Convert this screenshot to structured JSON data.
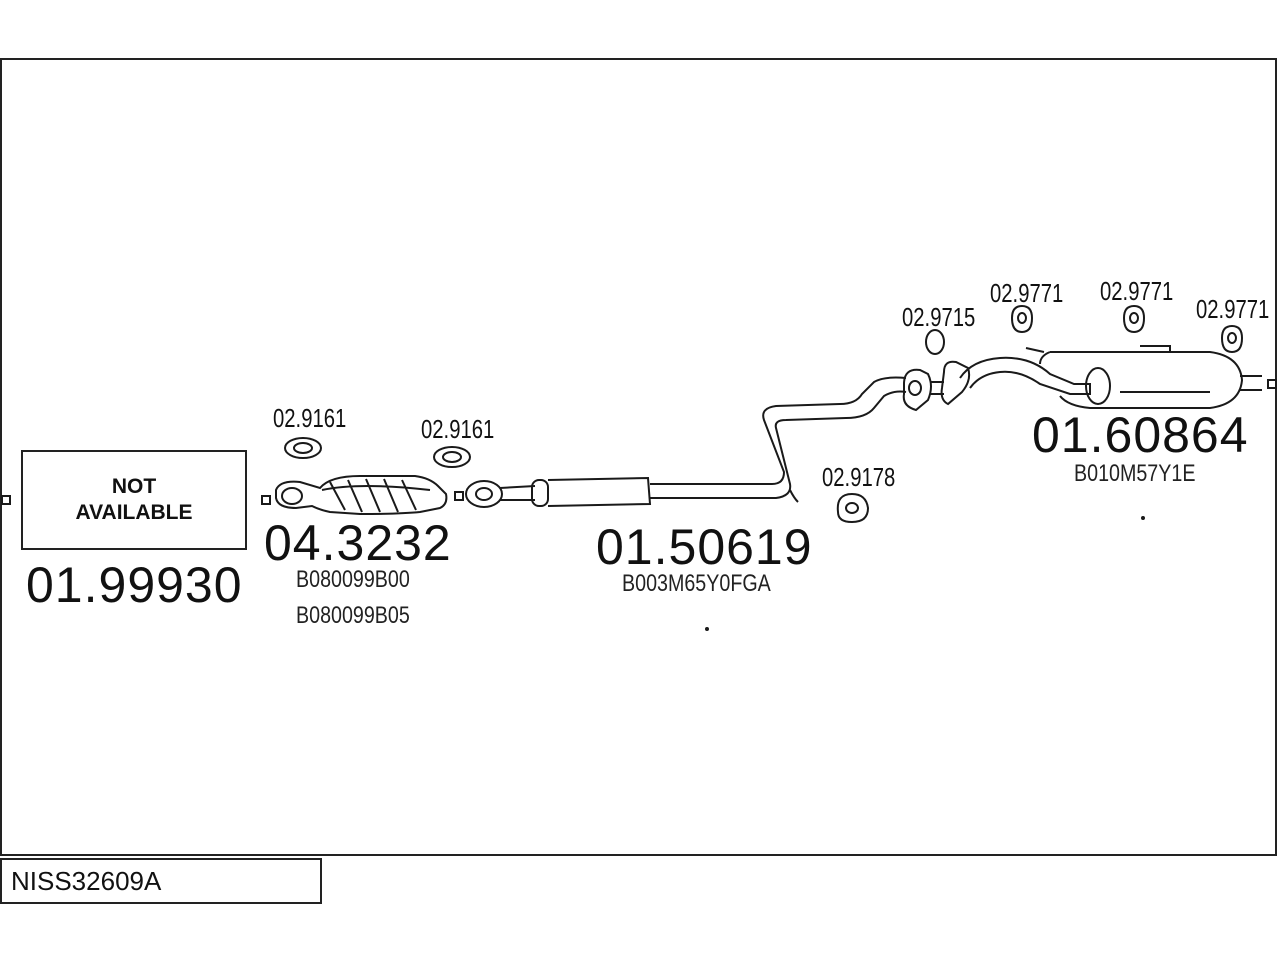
{
  "diagram": {
    "code": "NISS32609A",
    "not_available": "NOT AVAILABLE",
    "parts": {
      "front_pipe": {
        "number": "01.99930"
      },
      "catalyst": {
        "number": "04.3232",
        "oem_1": "B080099B00",
        "oem_2": "B080099B05"
      },
      "middle_pipe": {
        "number": "01.50619",
        "oem": "B003M65Y0FGA"
      },
      "rear_silencer": {
        "number": "01.60864",
        "oem": "B010M57Y1E"
      }
    },
    "accessories": {
      "gasket_a": "02.9161",
      "gasket_b": "02.9161",
      "hanger_mid": "02.9178",
      "ring": "02.9715",
      "hanger_1": "02.9771",
      "hanger_2": "02.9771",
      "hanger_3": "02.9771"
    }
  }
}
